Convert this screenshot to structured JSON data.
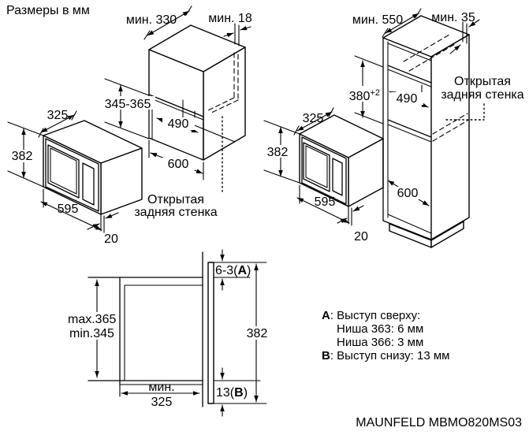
{
  "title": "Размеры в мм",
  "model": "MAUNFELD MBMO820MS03",
  "microwave_left": {
    "depth": "325",
    "height": "382",
    "width": "595",
    "frame_thickness": "20"
  },
  "microwave_right": {
    "depth": "325",
    "height": "382",
    "width": "595",
    "frame_thickness": "20"
  },
  "wall_cabinet": {
    "min_depth": "мин. 330",
    "min_gap": "мин. 18",
    "niche_height": "345-365",
    "niche_depth": "490",
    "cabinet_width": "600",
    "open_back_line1": "Открытая",
    "open_back_line2": "задняя стенка"
  },
  "tall_cabinet": {
    "min_depth": "мин. 550",
    "min_gap": "мин. 35",
    "niche_height": "380",
    "niche_height_tolerance": "+2",
    "niche_depth": "490",
    "lower_compartment_height": "600",
    "open_back_line1": "Открытая",
    "open_back_line2": "задняя стенка"
  },
  "section": {
    "niche_max": "max.365",
    "niche_min": "min.345",
    "top_gap_prefix": "6-3(",
    "top_gap_letter": "A",
    "top_gap_suffix": ")",
    "front_height": "382",
    "bottom_gap_prefix": "13(",
    "bottom_gap_letter": "B",
    "bottom_gap_suffix": ")",
    "min_label": "мин.",
    "depth_value": "325"
  },
  "legend": {
    "a_key": "A",
    "a_title": ": Выступ сверху:",
    "a_item1": "Ниша 363: 6 мм",
    "a_item2": "Ниша 366: 3 мм",
    "b_key": "B",
    "b_line": ": Выступ снизу: 13 мм"
  }
}
